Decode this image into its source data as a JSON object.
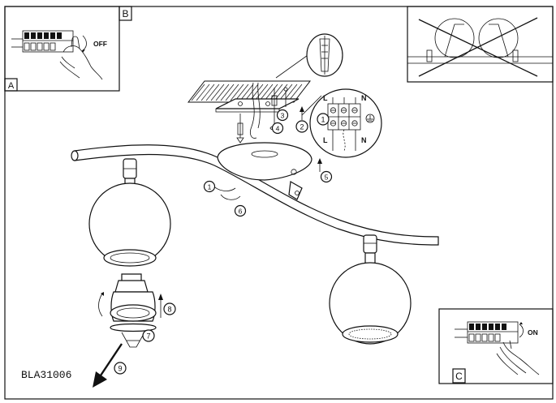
{
  "panels": {
    "a": {
      "letter": "A",
      "switch_state": "OFF"
    },
    "b": {
      "letter": "B"
    },
    "c": {
      "letter": "C",
      "switch_state": "ON"
    }
  },
  "terminal": {
    "live": "L",
    "neutral": "N"
  },
  "steps": [
    "1",
    "2",
    "3",
    "4",
    "5",
    "6",
    "7",
    "8",
    "9"
  ],
  "model_code": "BLA31006"
}
